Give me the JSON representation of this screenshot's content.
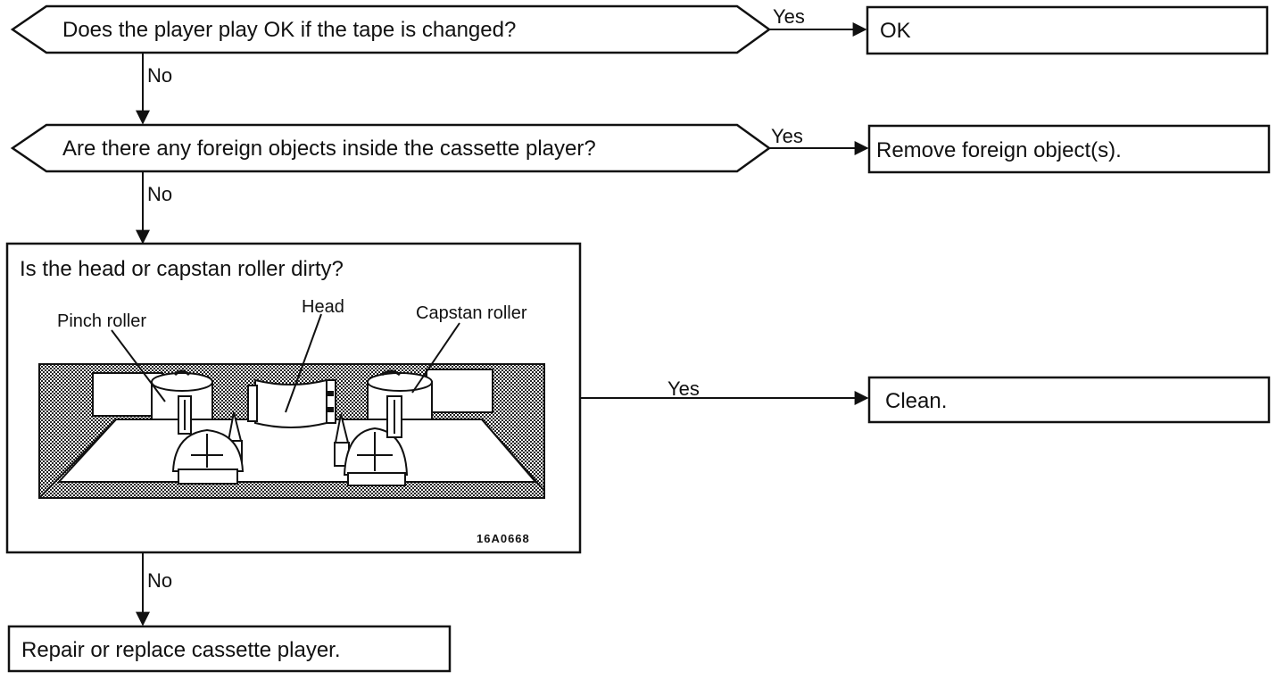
{
  "questions": {
    "q1": "Does the player play OK if the tape is changed?",
    "q2": "Are there any foreign objects inside the cassette player?",
    "q3": "Is the head or capstan roller dirty?"
  },
  "results": {
    "r1": "OK",
    "r2": "Remove foreign object(s).",
    "r3": "Clean.",
    "r4": "Repair or replace cassette player."
  },
  "branch_labels": {
    "yes": "Yes",
    "no": "No"
  },
  "figure": {
    "labels": {
      "pinch_roller": "Pinch  roller",
      "head": "Head",
      "capstan_roller": "Capstan  roller"
    },
    "code": "16A0668"
  }
}
